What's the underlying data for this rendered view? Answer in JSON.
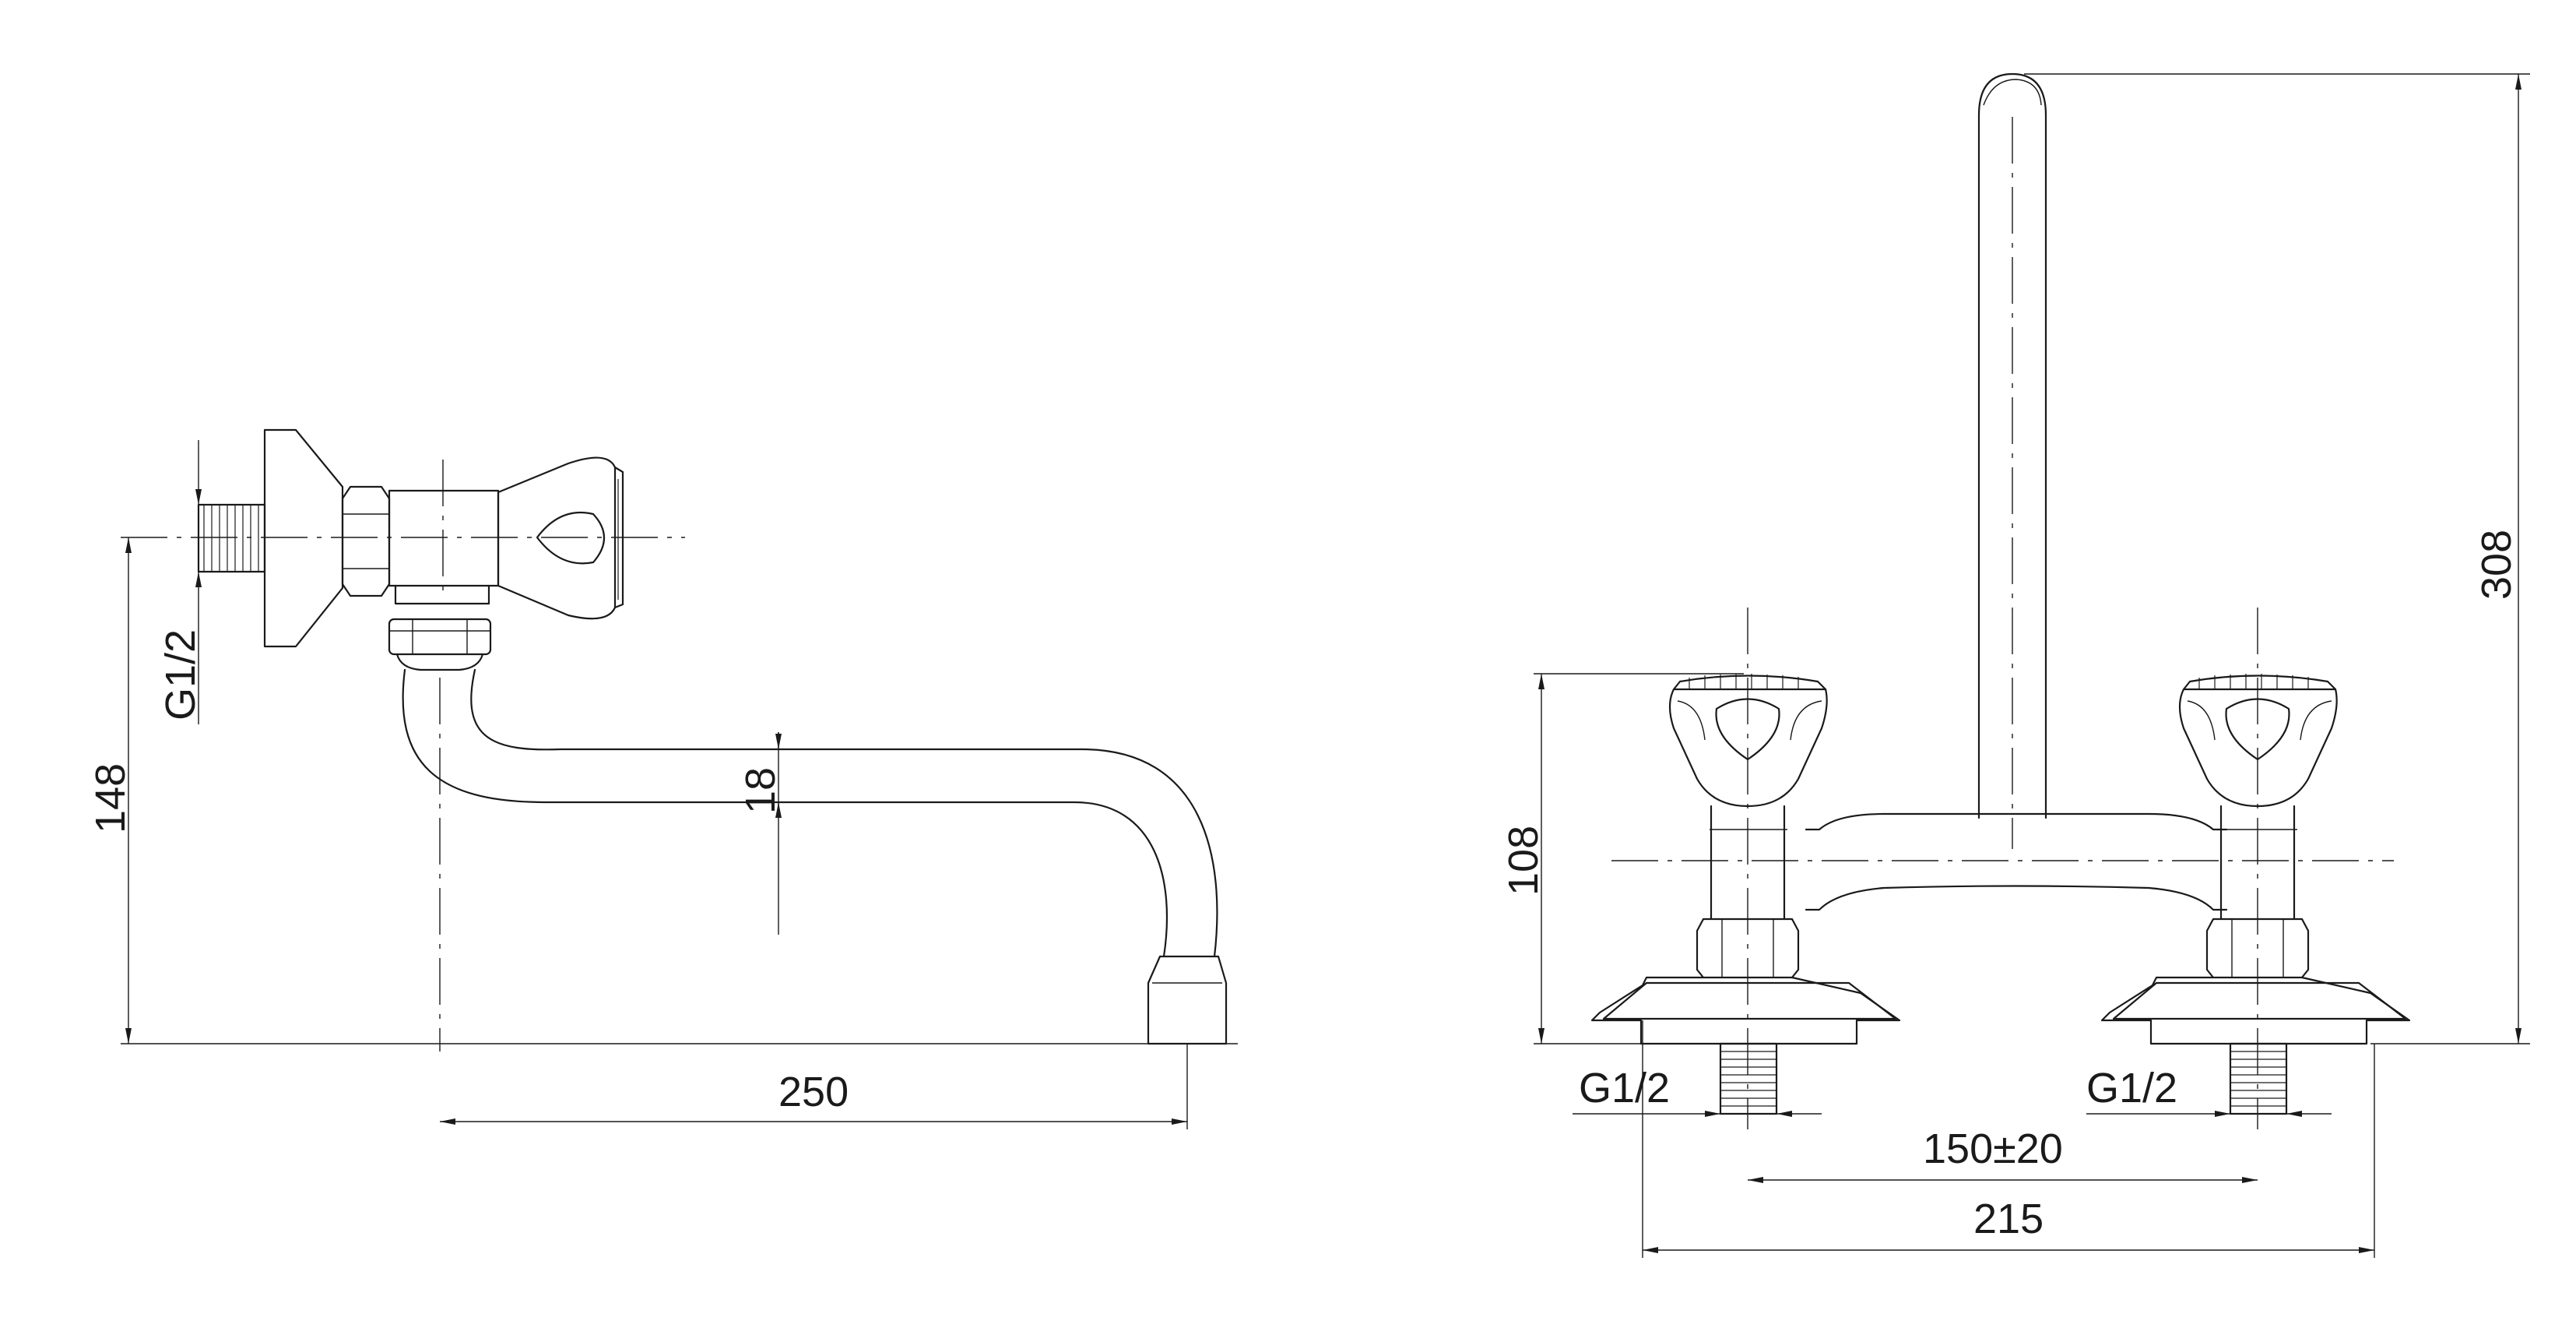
{
  "side_view": {
    "dim_thread": "G1/2",
    "dim_height": "148",
    "dim_pipe": "18",
    "dim_length": "250"
  },
  "front_view": {
    "dim_total_height": "308",
    "dim_valve_height": "108",
    "dim_thread_left": "G1/2",
    "dim_thread_right": "G1/2",
    "dim_centers": "150±20",
    "dim_width": "215"
  },
  "colors": {
    "line": "#1a1a1a",
    "background": "#ffffff"
  }
}
